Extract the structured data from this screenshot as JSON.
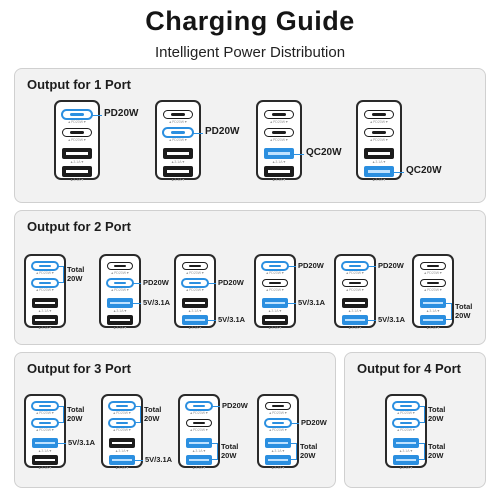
{
  "header": {
    "title": "Charging Guide",
    "subtitle": "Intelligent Power Distribution"
  },
  "colors": {
    "accent": "#2b8fe0",
    "panel": "#f2f2f2"
  },
  "port_markings": {
    "usb_c": "▲PD20W▼",
    "usb_a": "▲3.1A▼"
  },
  "panels": [
    {
      "title": "Output for 1 Port",
      "configs": [
        {
          "labels": [
            "PD20W"
          ]
        },
        {
          "labels": [
            "PD20W"
          ]
        },
        {
          "labels": [
            "QC20W"
          ]
        },
        {
          "labels": [
            "QC20W"
          ]
        }
      ]
    },
    {
      "title": "Output for 2 Port",
      "configs": [
        {
          "labels": [
            "Total",
            "20W"
          ]
        },
        {
          "labels": [
            "PD20W",
            "5V/3.1A"
          ]
        },
        {
          "labels": [
            "PD20W",
            "5V/3.1A"
          ]
        },
        {
          "labels": [
            "PD20W",
            "5V/3.1A"
          ]
        },
        {
          "labels": [
            "PD20W",
            "5V/3.1A"
          ]
        },
        {
          "labels": [
            "Total",
            "20W"
          ]
        }
      ]
    },
    {
      "title": "Output for 3 Port",
      "configs": [
        {
          "labels": [
            "Total",
            "20W",
            "5V/3.1A"
          ]
        },
        {
          "labels": [
            "Total",
            "20W",
            "5V/3.1A"
          ]
        },
        {
          "labels": [
            "PD20W",
            "Total",
            "20W"
          ]
        },
        {
          "labels": [
            "PD20W",
            "Total",
            "20W"
          ]
        }
      ]
    },
    {
      "title": "Output for 4 Port",
      "configs": [
        {
          "labels": [
            "Total",
            "20W",
            "Total",
            "20W"
          ]
        }
      ]
    }
  ]
}
